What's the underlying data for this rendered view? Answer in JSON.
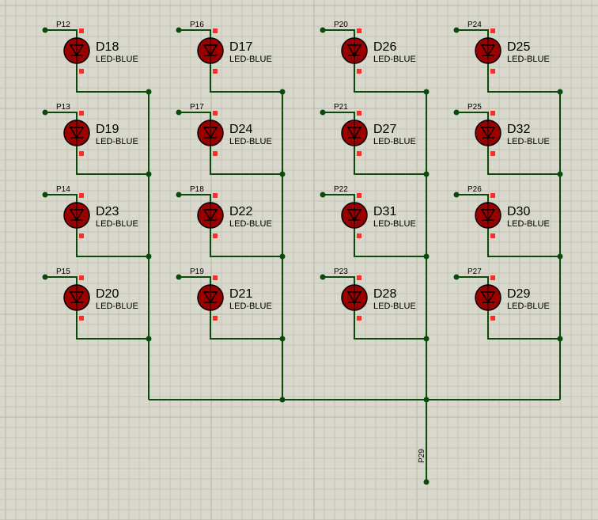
{
  "schematic": {
    "colors": {
      "background": "#d8d8cc",
      "grid_minor": "#c4c4b6",
      "grid_major": "#b6b6a8",
      "wire": "#0b4a0b",
      "junction": "#0b4a0b",
      "led_body": "#9a0000",
      "led_outline": "#000000",
      "pin_marker": "#ff2a2a"
    },
    "led_type": "LED-BLUE",
    "leds": [
      {
        "ref": "D18",
        "pin": "P12"
      },
      {
        "ref": "D17",
        "pin": "P16"
      },
      {
        "ref": "D26",
        "pin": "P20"
      },
      {
        "ref": "D25",
        "pin": "P24"
      },
      {
        "ref": "D19",
        "pin": "P13"
      },
      {
        "ref": "D24",
        "pin": "P17"
      },
      {
        "ref": "D27",
        "pin": "P21"
      },
      {
        "ref": "D32",
        "pin": "P25"
      },
      {
        "ref": "D23",
        "pin": "P14"
      },
      {
        "ref": "D22",
        "pin": "P18"
      },
      {
        "ref": "D31",
        "pin": "P22"
      },
      {
        "ref": "D30",
        "pin": "P26"
      },
      {
        "ref": "D20",
        "pin": "P15"
      },
      {
        "ref": "D21",
        "pin": "P19"
      },
      {
        "ref": "D28",
        "pin": "P23"
      },
      {
        "ref": "D29",
        "pin": "P27"
      }
    ],
    "common_pin": "P29"
  }
}
